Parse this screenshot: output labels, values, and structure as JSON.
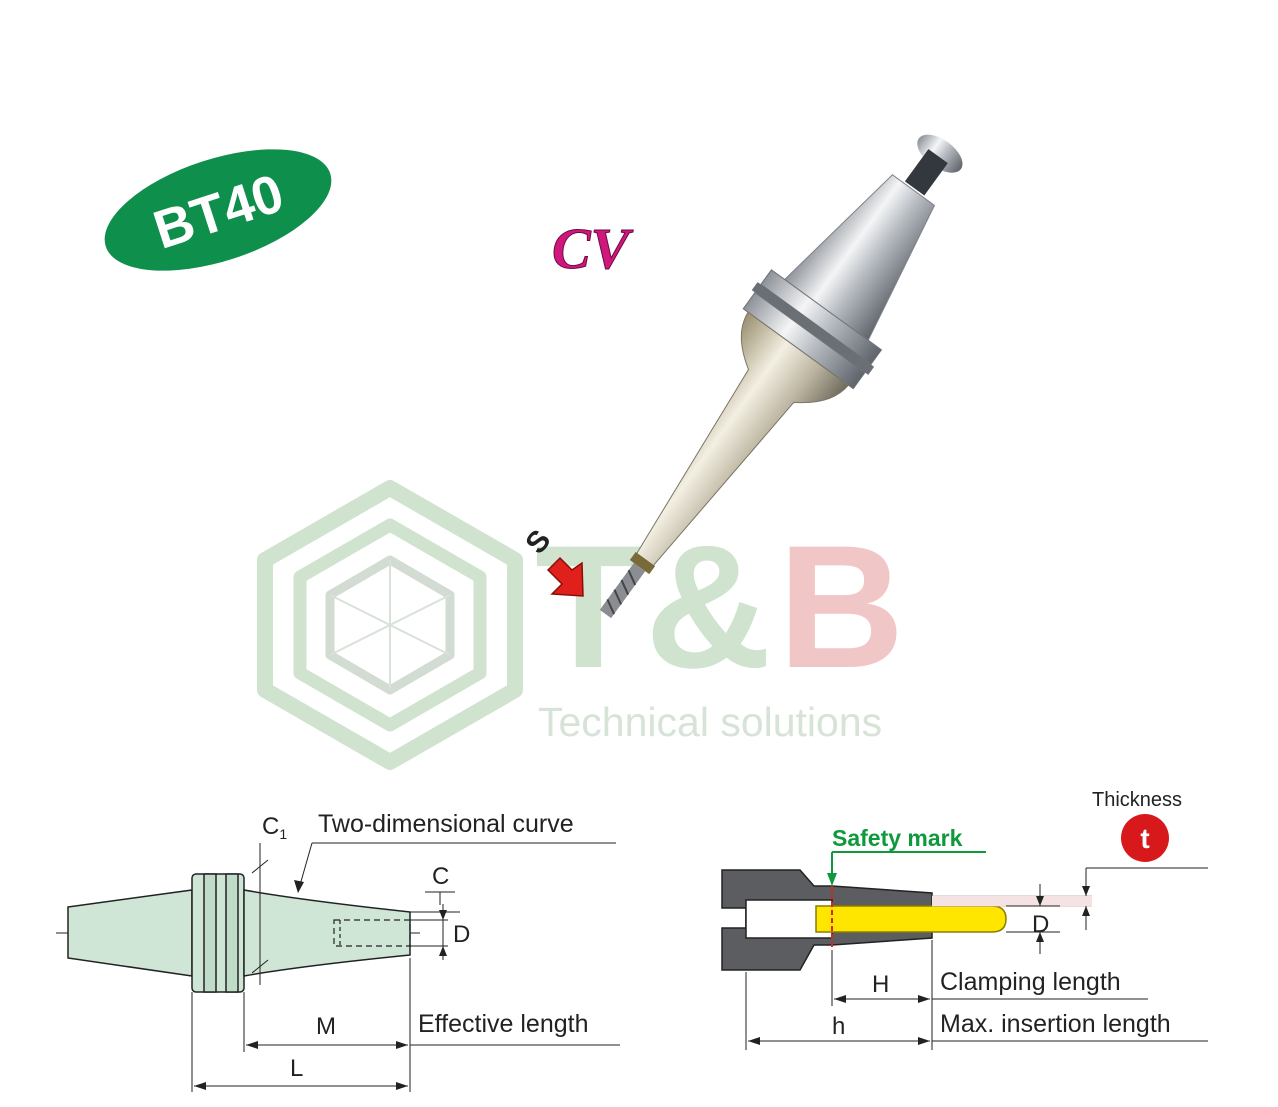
{
  "badge": {
    "text": "BT40",
    "color": "#0e8f4c"
  },
  "product_mark": {
    "text": "CV",
    "color": "#d0177e"
  },
  "arrow_label": {
    "text": "S",
    "arrow_color": "#e0201a"
  },
  "watermark": {
    "brand_t": "T",
    "brand_amp": "&",
    "brand_b": "B",
    "tagline": "Technical solutions",
    "green": "#cfe3cf",
    "red": "#f1c6c6",
    "gray": "#d2dcd2"
  },
  "left_diagram": {
    "curve_label": "Two-dimensional curve",
    "c1_label": "C",
    "c1_sub": "1",
    "c_label": "C",
    "d_label": "D",
    "m_label": "M",
    "l_label": "L",
    "effective_label": "Effective length",
    "body_color": "#cfe6d6"
  },
  "right_diagram": {
    "thickness_label": "Thickness",
    "t_icon": "t",
    "t_color": "#d7191c",
    "safety_label": "Safety mark",
    "safety_color": "#0e9a3c",
    "d_label": "D",
    "h_label": "H",
    "hh_label": "h",
    "clamping_label": "Clamping length",
    "max_insertion_label": "Max. insertion length",
    "tool_color": "#ffe600"
  }
}
